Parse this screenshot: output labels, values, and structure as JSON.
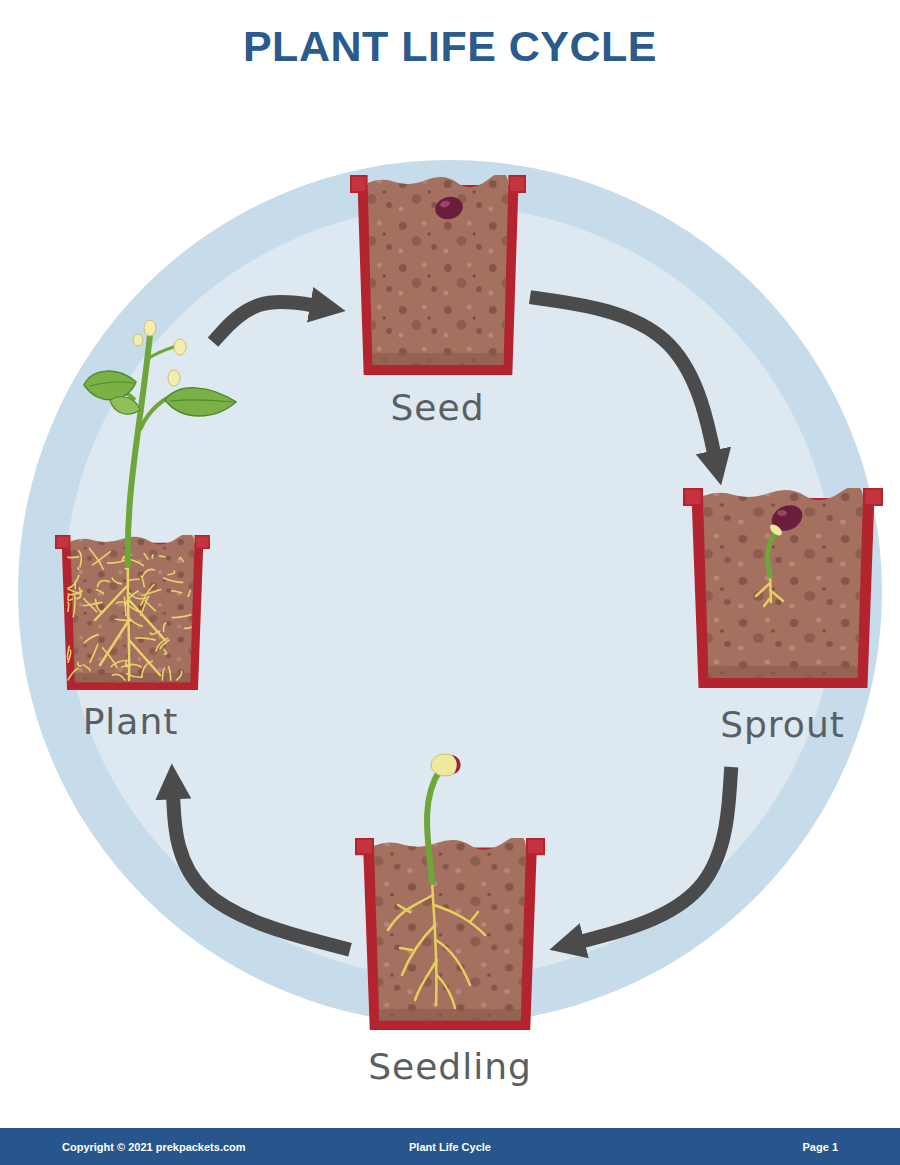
{
  "diagram": {
    "title": "PLANT LIFE CYCLE",
    "nodes": [
      {
        "text": [
          "Seed"
        ]
      },
      {
        "text": [
          "Sprout"
        ]
      },
      {
        "text": [
          "Seedling"
        ]
      },
      {
        "text": [
          "Plant"
        ]
      }
    ],
    "edges": [
      {
        "from": 0,
        "to": 1,
        "arrow": "to"
      },
      {
        "from": 1,
        "to": 2,
        "arrow": "to"
      },
      {
        "from": 2,
        "to": 3,
        "arrow": "to"
      },
      {
        "from": 3,
        "to": 0,
        "arrow": "to"
      }
    ],
    "labels": [
      "Copyright © 2021 prekpackets.com",
      "Plant Life Cycle",
      "Page 1"
    ]
  }
}
